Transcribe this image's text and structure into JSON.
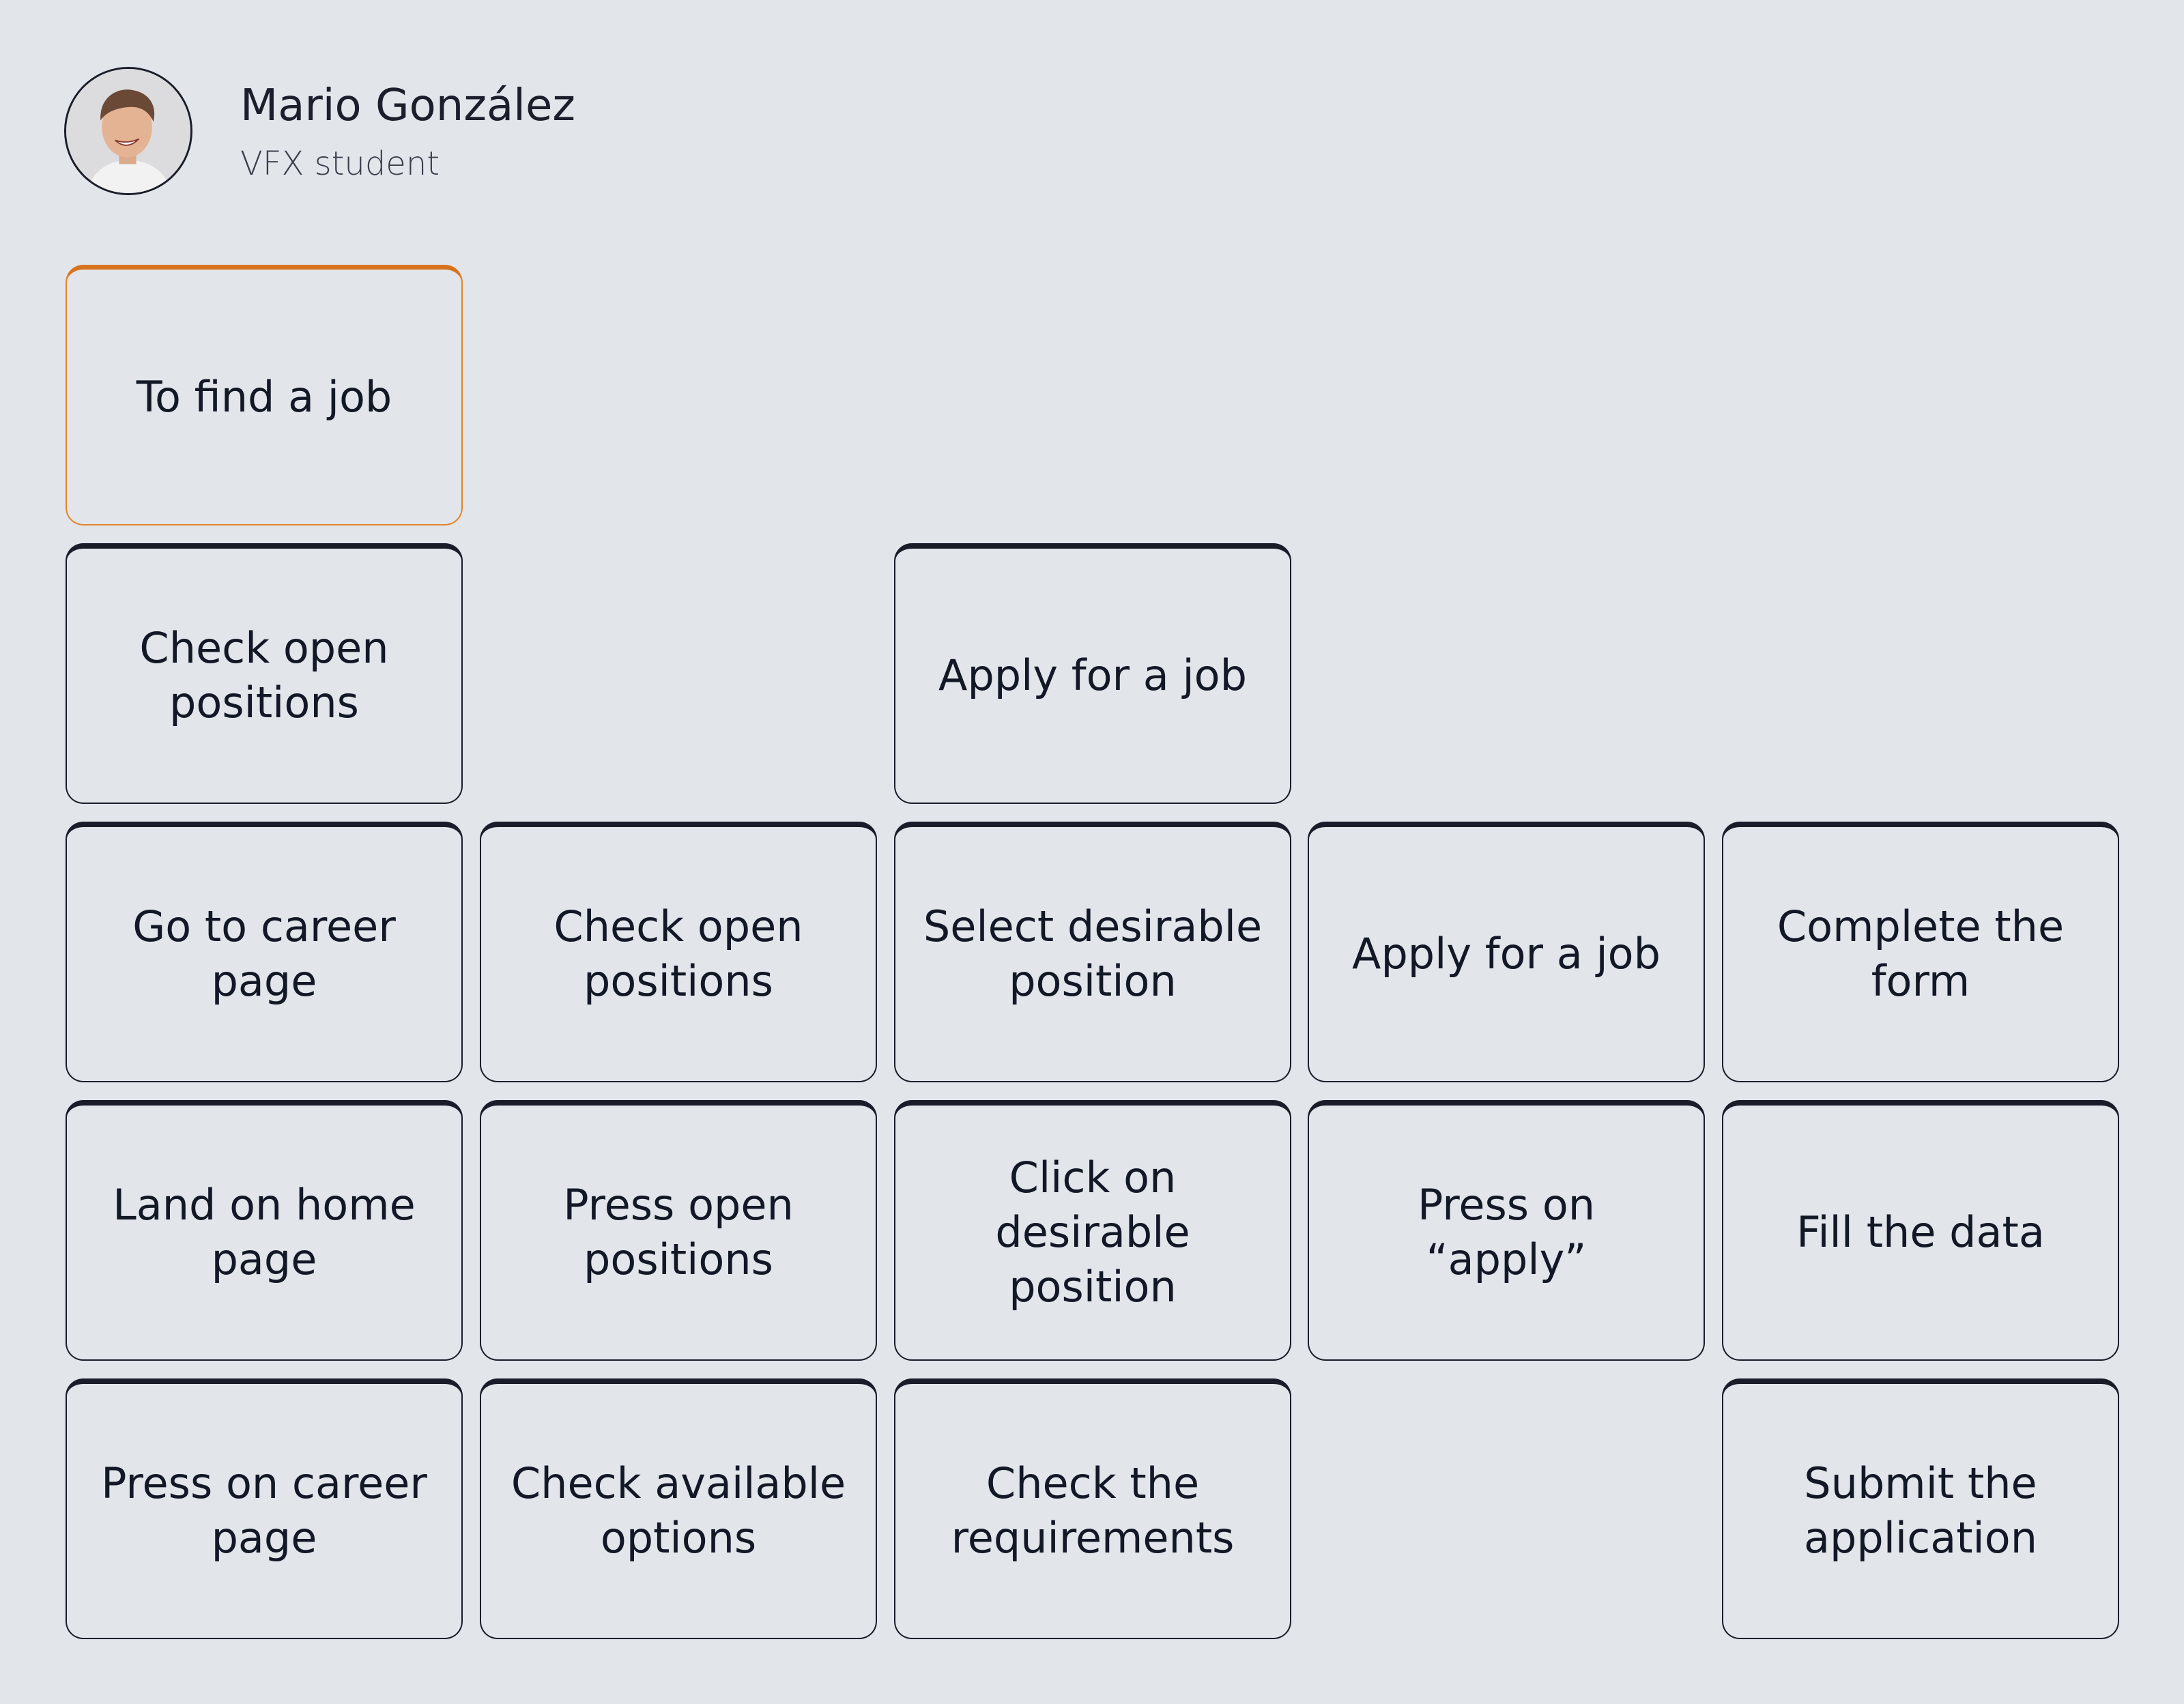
{
  "persona": {
    "name": "Mario González",
    "role": "VFX student"
  },
  "goal": "To find a job",
  "activities": [
    "Check open positions",
    "Apply for a job"
  ],
  "tasks": [
    "Go to career page",
    "Check open positions",
    "Select desirable position",
    "Apply for a job",
    "Complete the form"
  ],
  "steps_row1": [
    "Land on home page",
    "Press open positions",
    "Click on desirable position",
    "Press on “apply”",
    "Fill the data"
  ],
  "steps_row2": [
    "Press on career page",
    "Check available options",
    "Check the requirements",
    "Submit the application"
  ],
  "colors": {
    "background": "#e2e5ea",
    "card_border": "#1a1d29",
    "goal_accent": "#d8731d"
  }
}
